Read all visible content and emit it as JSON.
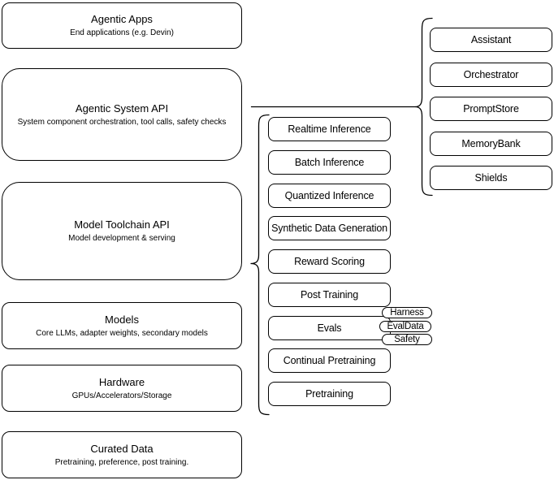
{
  "diagram": {
    "left_stack": [
      {
        "title": "Agentic Apps",
        "subtitle": "End applications (e.g. Devin)"
      },
      {
        "title": "Agentic System API",
        "subtitle": "System component orchestration, tool calls, safety checks"
      },
      {
        "title": "Model Toolchain API",
        "subtitle": "Model development & serving"
      },
      {
        "title": "Models",
        "subtitle": "Core LLMs, adapter weights, secondary models"
      },
      {
        "title": "Hardware",
        "subtitle": "GPUs/Accelerators/Storage"
      },
      {
        "title": "Curated Data",
        "subtitle": "Pretraining, preference, post training."
      }
    ],
    "toolchain_services": [
      "Realtime Inference",
      "Batch Inference",
      "Quantized Inference",
      "Synthetic Data Generation",
      "Reward Scoring",
      "Post Training",
      "Evals",
      "Continual Pretraining",
      "Pretraining"
    ],
    "eval_tags": [
      "Harness",
      "EvalData",
      "Safety"
    ],
    "system_components": [
      "Assistant",
      "Orchestrator",
      "PromptStore",
      "MemoryBank",
      "Shields"
    ],
    "colors": {
      "stroke": "#000000",
      "fill": "#ffffff",
      "text": "#000000"
    }
  }
}
